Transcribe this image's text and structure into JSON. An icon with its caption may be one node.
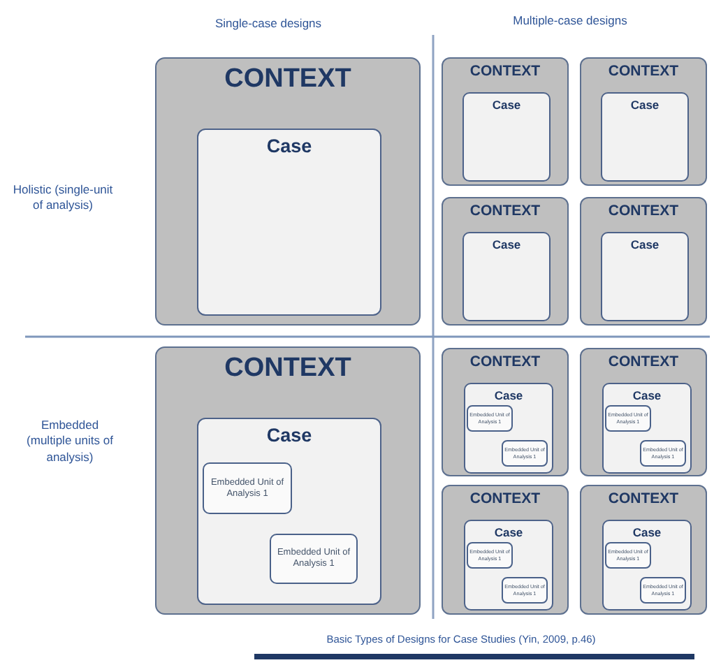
{
  "diagram": {
    "caption": "Basic Types of Designs for Case Studies (Yin, 2009, p.46)",
    "nodes": [
      {
        "text": [
          "CONTEXT"
        ]
      },
      {
        "text": [
          "Case"
        ],
        "in": 0
      },
      {
        "text": [
          "CONTEXT"
        ]
      },
      {
        "text": [
          "Case"
        ],
        "in": 2
      },
      {
        "text": [
          "CONTEXT"
        ]
      },
      {
        "text": [
          "Case"
        ],
        "in": 4
      },
      {
        "text": [
          "CONTEXT"
        ]
      },
      {
        "text": [
          "Case"
        ],
        "in": 6
      },
      {
        "text": [
          "CONTEXT"
        ]
      },
      {
        "text": [
          "Case"
        ],
        "in": 8
      },
      {
        "text": [
          "CONTEXT"
        ]
      },
      {
        "text": [
          "Case"
        ],
        "in": 10
      },
      {
        "text": [
          "Embedded Unit of Analysis 1"
        ],
        "in": 11
      },
      {
        "text": [
          "Embedded Unit of Analysis 1"
        ],
        "in": 11
      },
      {
        "text": [
          "CONTEXT"
        ]
      },
      {
        "text": [
          "Case"
        ],
        "in": 14
      },
      {
        "text": [
          "Embedded Unit of Analysis 1"
        ],
        "in": 15
      },
      {
        "text": [
          "Embedded Unit of Analysis 1"
        ],
        "in": 15
      },
      {
        "text": [
          "CONTEXT"
        ]
      },
      {
        "text": [
          "Case"
        ],
        "in": 18
      },
      {
        "text": [
          "Embedded Unit of Analysis 1"
        ],
        "in": 19
      },
      {
        "text": [
          "Embedded Unit of Analysis 1"
        ],
        "in": 19
      },
      {
        "text": [
          "CONTEXT"
        ]
      },
      {
        "text": [
          "Case"
        ],
        "in": 22
      },
      {
        "text": [
          "Embedded Unit of Analysis 1"
        ],
        "in": 23
      },
      {
        "text": [
          "Embedded Unit of Analysis 1"
        ],
        "in": 23
      },
      {
        "text": [
          "CONTEXT"
        ]
      },
      {
        "text": [
          "Case"
        ],
        "in": 26
      },
      {
        "text": [
          "Embedded Unit of Analysis 1"
        ],
        "in": 27
      },
      {
        "text": [
          "Embedded Unit of Analysis 1"
        ],
        "in": 27
      }
    ],
    "labels": [
      "Single-case designs",
      "Multiple-case designs",
      "Holistic (single-unit of analysis)",
      "Embedded (multiple units of analysis)"
    ]
  }
}
